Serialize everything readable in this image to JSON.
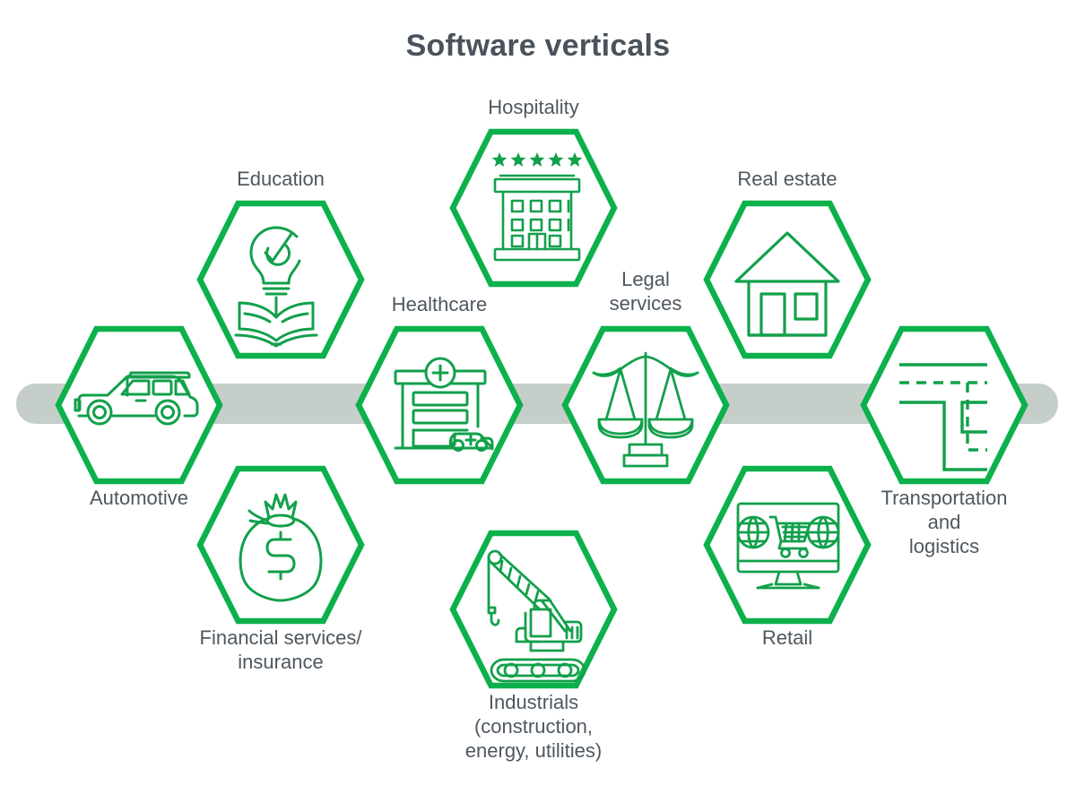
{
  "header": {
    "title": "Software verticals"
  },
  "colors": {
    "hex_border": "#0cb14b",
    "icon_stroke": "#12a04b",
    "connector_bar": "#c6ceca",
    "text": "#4e575f",
    "background": "#ffffff"
  },
  "connector": {
    "name": "horizontal-process-bar"
  },
  "nodes": [
    {
      "id": "automotive",
      "label": "Automotive",
      "icon": "car-icon",
      "label_position": "below"
    },
    {
      "id": "education",
      "label": "Education",
      "icon": "lightbulb-book-icon",
      "label_position": "above"
    },
    {
      "id": "financial-services",
      "label": "Financial services/\ninsurance",
      "icon": "money-bag-icon",
      "label_position": "below"
    },
    {
      "id": "healthcare",
      "label": "Healthcare",
      "icon": "hospital-ambulance-icon",
      "label_position": "above"
    },
    {
      "id": "hospitality",
      "label": "Hospitality",
      "icon": "hotel-stars-icon",
      "label_position": "above"
    },
    {
      "id": "industrials",
      "label": "Industrials\n(construction,\nenergy, utilities)",
      "icon": "crawler-crane-icon",
      "label_position": "below"
    },
    {
      "id": "legal-services",
      "label": "Legal\nservices",
      "icon": "balance-scales-icon",
      "label_position": "above"
    },
    {
      "id": "real-estate",
      "label": "Real estate",
      "icon": "house-icon",
      "label_position": "above"
    },
    {
      "id": "retail",
      "label": "Retail",
      "icon": "monitor-shopping-cart-icon",
      "label_position": "below"
    },
    {
      "id": "transportation-logistics",
      "label": "Transportation\nand\nlogistics",
      "icon": "road-route-icon",
      "label_position": "below"
    }
  ]
}
